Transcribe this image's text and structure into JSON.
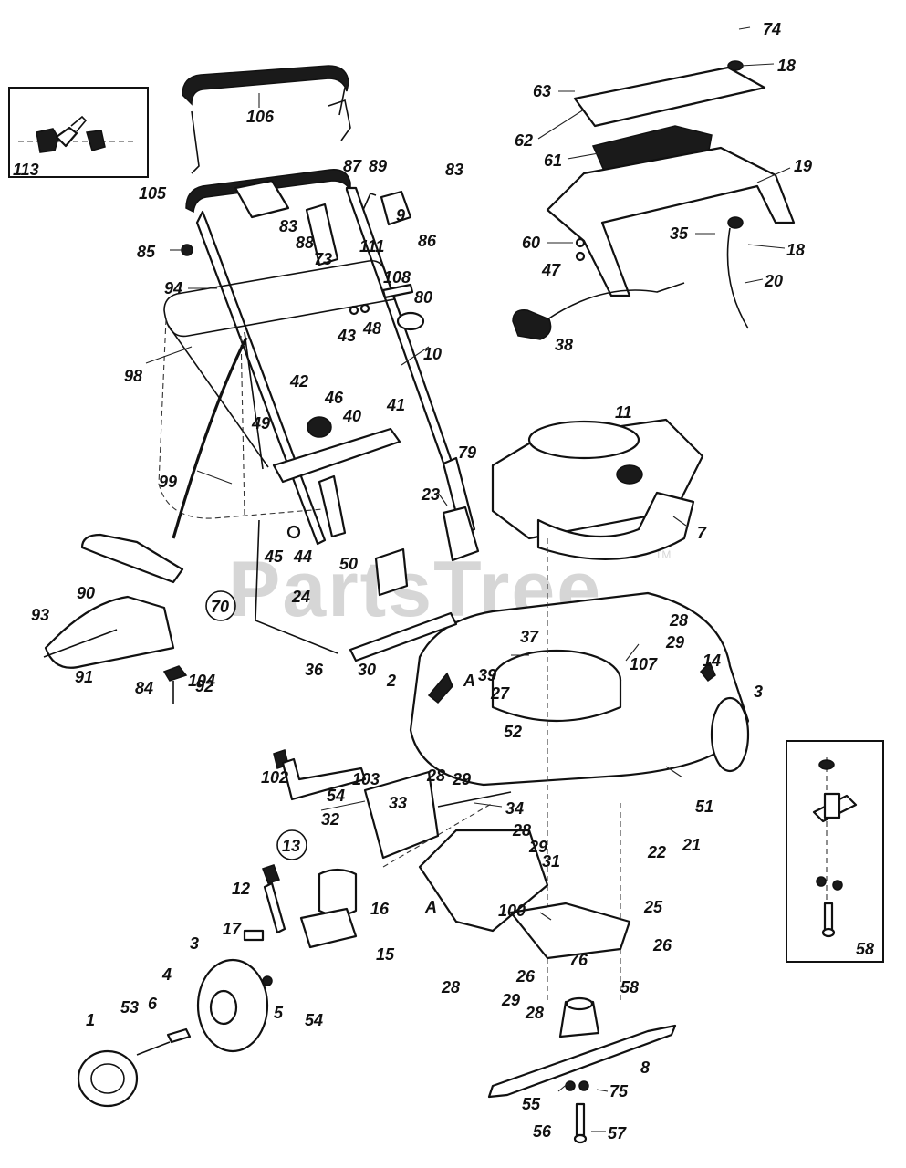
{
  "watermark": {
    "text": "PartsTree",
    "trademark": "TM"
  },
  "labels": [
    {
      "id": "74",
      "text": "74"
    },
    {
      "id": "18a",
      "text": "18"
    },
    {
      "id": "63",
      "text": "63"
    },
    {
      "id": "62",
      "text": "62"
    },
    {
      "id": "61",
      "text": "61"
    },
    {
      "id": "19",
      "text": "19"
    },
    {
      "id": "35",
      "text": "35"
    },
    {
      "id": "18b",
      "text": "18"
    },
    {
      "id": "60",
      "text": "60"
    },
    {
      "id": "47",
      "text": "47"
    },
    {
      "id": "20",
      "text": "20"
    },
    {
      "id": "38",
      "text": "38"
    },
    {
      "id": "113",
      "text": "113"
    },
    {
      "id": "106",
      "text": "106"
    },
    {
      "id": "105",
      "text": "105"
    },
    {
      "id": "85",
      "text": "85"
    },
    {
      "id": "87",
      "text": "87"
    },
    {
      "id": "89",
      "text": "89"
    },
    {
      "id": "83a",
      "text": "83"
    },
    {
      "id": "83b",
      "text": "83"
    },
    {
      "id": "88",
      "text": "88"
    },
    {
      "id": "111",
      "text": "111"
    },
    {
      "id": "9",
      "text": "9"
    },
    {
      "id": "86",
      "text": "86"
    },
    {
      "id": "73",
      "text": "73"
    },
    {
      "id": "94",
      "text": "94"
    },
    {
      "id": "108",
      "text": "108"
    },
    {
      "id": "80",
      "text": "80"
    },
    {
      "id": "43",
      "text": "43"
    },
    {
      "id": "48",
      "text": "48"
    },
    {
      "id": "10",
      "text": "10"
    },
    {
      "id": "98",
      "text": "98"
    },
    {
      "id": "42",
      "text": "42"
    },
    {
      "id": "46",
      "text": "46"
    },
    {
      "id": "40",
      "text": "40"
    },
    {
      "id": "41",
      "text": "41"
    },
    {
      "id": "49",
      "text": "49"
    },
    {
      "id": "11",
      "text": "11"
    },
    {
      "id": "79",
      "text": "79"
    },
    {
      "id": "99",
      "text": "99"
    },
    {
      "id": "23",
      "text": "23"
    },
    {
      "id": "7",
      "text": "7"
    },
    {
      "id": "45",
      "text": "45"
    },
    {
      "id": "44",
      "text": "44"
    },
    {
      "id": "50",
      "text": "50"
    },
    {
      "id": "90",
      "text": "90"
    },
    {
      "id": "24",
      "text": "24"
    },
    {
      "id": "28a",
      "text": "28"
    },
    {
      "id": "29a",
      "text": "29"
    },
    {
      "id": "93",
      "text": "93"
    },
    {
      "id": "37",
      "text": "37"
    },
    {
      "id": "36",
      "text": "36"
    },
    {
      "id": "39",
      "text": "39"
    },
    {
      "id": "107",
      "text": "107"
    },
    {
      "id": "14",
      "text": "14"
    },
    {
      "id": "3a",
      "text": "3"
    },
    {
      "id": "104",
      "text": "104"
    },
    {
      "id": "30",
      "text": "30"
    },
    {
      "id": "2",
      "text": "2"
    },
    {
      "id": "A1",
      "text": "A"
    },
    {
      "id": "27",
      "text": "27"
    },
    {
      "id": "91",
      "text": "91"
    },
    {
      "id": "92",
      "text": "92"
    },
    {
      "id": "84",
      "text": "84"
    },
    {
      "id": "52",
      "text": "52"
    },
    {
      "id": "102",
      "text": "102"
    },
    {
      "id": "103",
      "text": "103"
    },
    {
      "id": "28b",
      "text": "28"
    },
    {
      "id": "29b",
      "text": "29"
    },
    {
      "id": "54a",
      "text": "54"
    },
    {
      "id": "51",
      "text": "51"
    },
    {
      "id": "32",
      "text": "32"
    },
    {
      "id": "33",
      "text": "33"
    },
    {
      "id": "34",
      "text": "34"
    },
    {
      "id": "22",
      "text": "22"
    },
    {
      "id": "21",
      "text": "21"
    },
    {
      "id": "28c",
      "text": "28"
    },
    {
      "id": "29c",
      "text": "29"
    },
    {
      "id": "31",
      "text": "31"
    },
    {
      "id": "12",
      "text": "12"
    },
    {
      "id": "16",
      "text": "16"
    },
    {
      "id": "A2",
      "text": "A"
    },
    {
      "id": "100",
      "text": "100"
    },
    {
      "id": "25",
      "text": "25"
    },
    {
      "id": "17",
      "text": "17"
    },
    {
      "id": "15",
      "text": "15"
    },
    {
      "id": "26a",
      "text": "26"
    },
    {
      "id": "26b",
      "text": "26"
    },
    {
      "id": "76",
      "text": "76"
    },
    {
      "id": "3b",
      "text": "3"
    },
    {
      "id": "4",
      "text": "4"
    },
    {
      "id": "28d",
      "text": "28"
    },
    {
      "id": "58a",
      "text": "58"
    },
    {
      "id": "1",
      "text": "1"
    },
    {
      "id": "53",
      "text": "53"
    },
    {
      "id": "6",
      "text": "6"
    },
    {
      "id": "5",
      "text": "5"
    },
    {
      "id": "54b",
      "text": "54"
    },
    {
      "id": "29d",
      "text": "29"
    },
    {
      "id": "28e",
      "text": "28"
    },
    {
      "id": "8",
      "text": "8"
    },
    {
      "id": "55",
      "text": "55"
    },
    {
      "id": "75",
      "text": "75"
    },
    {
      "id": "56",
      "text": "56"
    },
    {
      "id": "57",
      "text": "57"
    },
    {
      "id": "58b",
      "text": "58"
    }
  ],
  "circled_labels": [
    {
      "id": "70",
      "text": "70"
    },
    {
      "id": "13",
      "text": "13"
    }
  ]
}
